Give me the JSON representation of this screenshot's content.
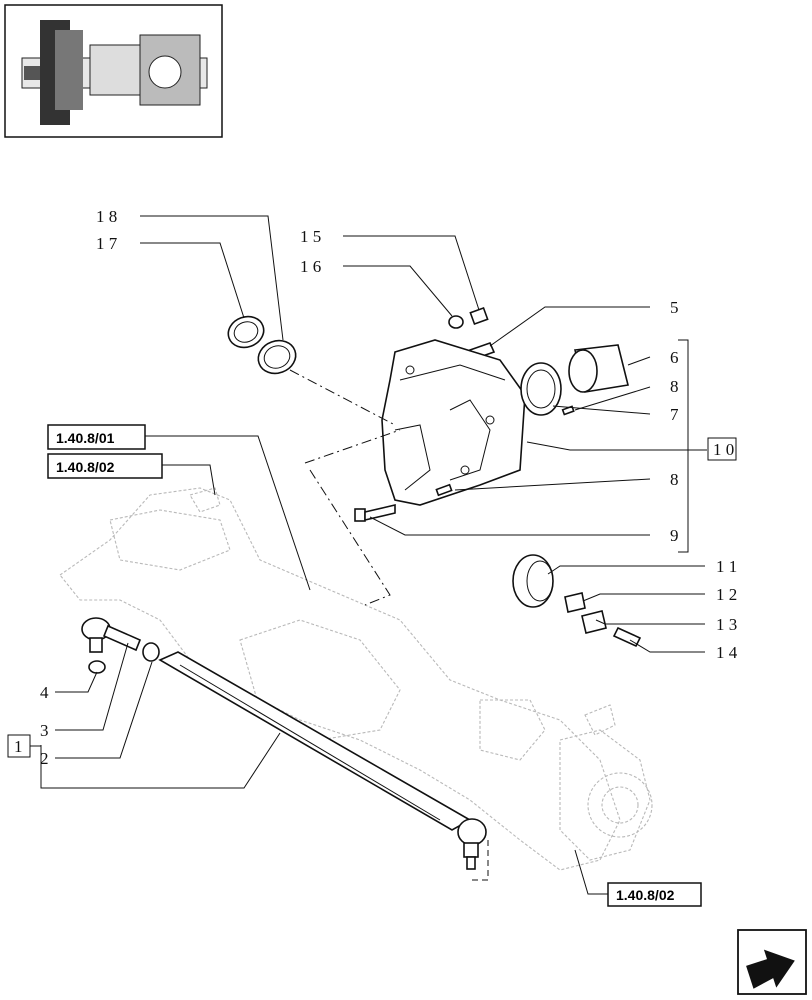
{
  "callouts": {
    "c1": "1",
    "c2": "2",
    "c3": "3",
    "c4": "4",
    "c5": "5",
    "c6": "6",
    "c7": "7",
    "c8a": "8",
    "c8b": "8",
    "c9": "9",
    "c10": "1 0",
    "c11": "1 1",
    "c12": "1 2",
    "c13": "1 3",
    "c14": "1 4",
    "c15": "1 5",
    "c16": "1 6",
    "c17": "1 7",
    "c18": "1 8"
  },
  "references": {
    "ref_a": "1.40.8/01",
    "ref_b": "1.40.8/02",
    "ref_c": "1.40.8/02"
  },
  "icons": {
    "thumbnail": "axle-assembly-thumbnail",
    "nav": "previous-page-arrow-icon"
  }
}
